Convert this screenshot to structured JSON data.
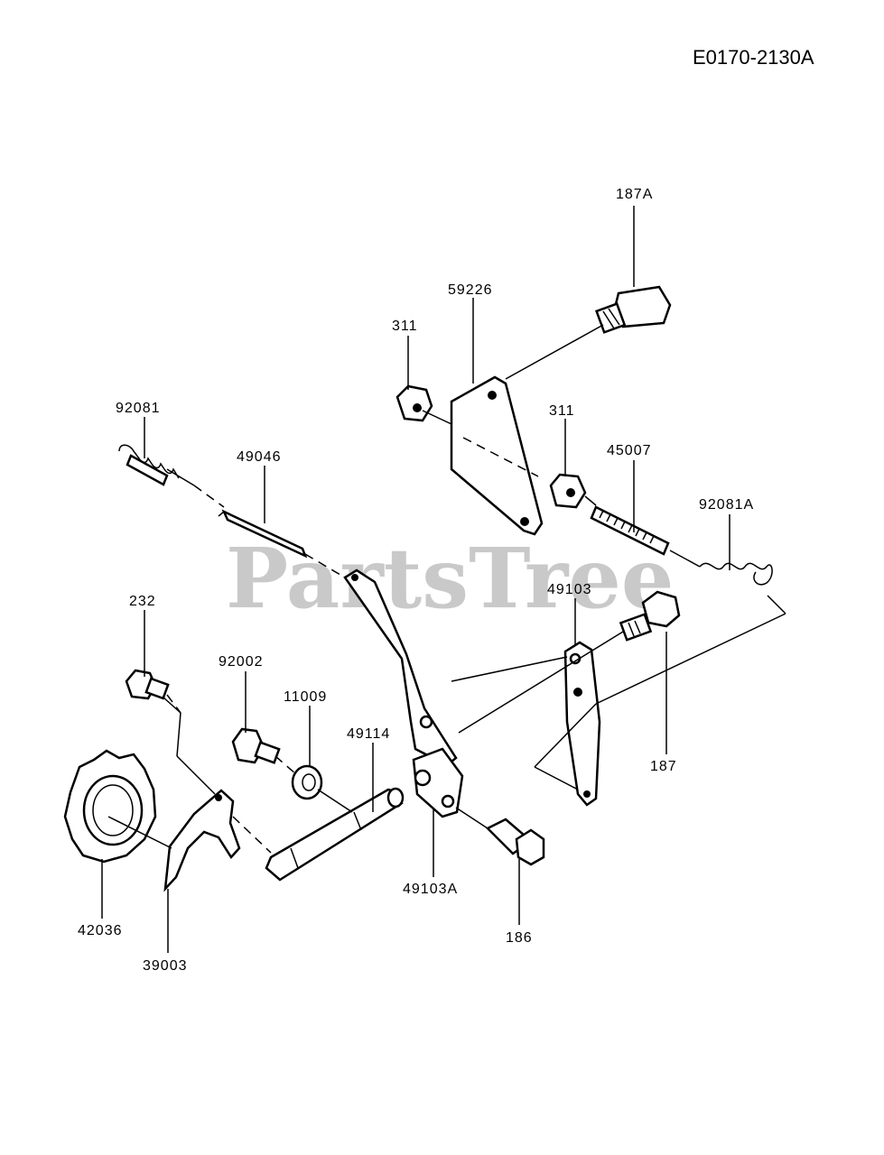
{
  "diagram_code": "E0170-2130A",
  "watermark": "PartsTree",
  "labels": {
    "p187a": "187A",
    "p59226": "59226",
    "p311a": "311",
    "p311b": "311",
    "p92081": "92081",
    "p49046": "49046",
    "p45007": "45007",
    "p92081a": "92081A",
    "p232": "232",
    "p92002": "92002",
    "p11009": "11009",
    "p49114": "49114",
    "p49103": "49103",
    "p187": "187",
    "p49103a": "49103A",
    "p186": "186",
    "p42036": "42036",
    "p39003": "39003"
  }
}
